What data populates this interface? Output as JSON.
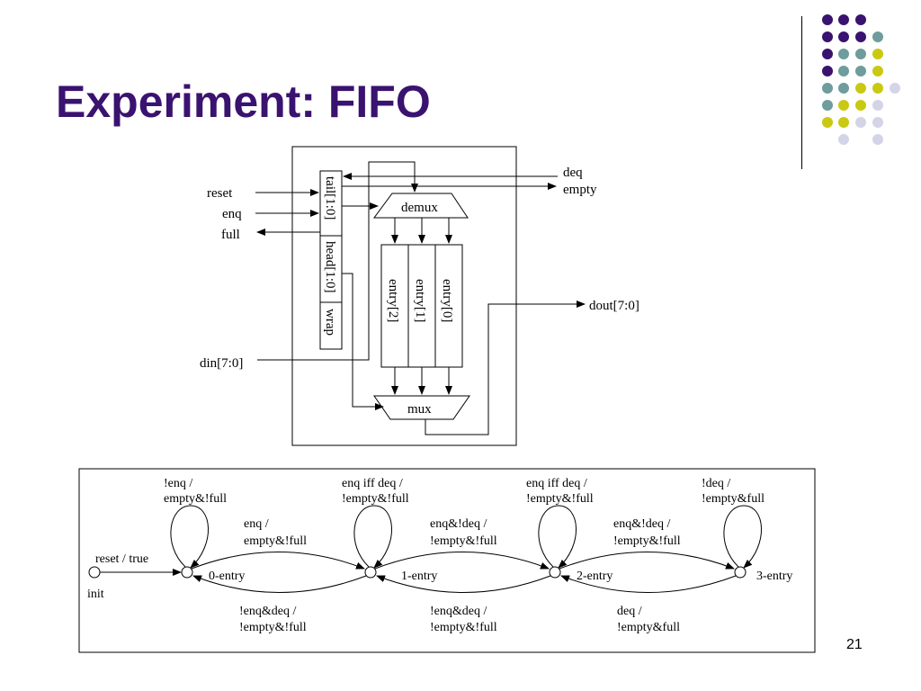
{
  "slide": {
    "title": "Experiment: FIFO",
    "page_number": "21",
    "colors": {
      "title": "#3a1270",
      "dot_purple": "#3a1270",
      "dot_teal": "#6f9c9c",
      "dot_yellow": "#c9c912",
      "dot_lavender": "#d4d4e8"
    }
  },
  "schematic": {
    "inputs": {
      "reset": "reset",
      "enq": "enq",
      "full": "full",
      "din": "din[7:0]"
    },
    "outputs": {
      "deq": "deq",
      "empty": "empty",
      "dout": "dout[7:0]"
    },
    "regs": {
      "tail": "tail[1:0]",
      "head": "head[1:0]",
      "wrap": "wrap"
    },
    "demux": "demux",
    "mux": "mux",
    "entries": [
      "entry[2]",
      "entry[1]",
      "entry[0]"
    ]
  },
  "fsm": {
    "states": [
      "0-entry",
      "1-entry",
      "2-entry",
      "3-entry"
    ],
    "init": "init",
    "reset": "reset / true",
    "self_loops": [
      {
        "l1": "!enq /",
        "l2": "empty&!full"
      },
      {
        "l1": "enq iff deq /",
        "l2": "!empty&!full"
      },
      {
        "l1": "enq iff deq /",
        "l2": "!empty&!full"
      },
      {
        "l1": "!deq /",
        "l2": "!empty&full"
      }
    ],
    "forward": [
      {
        "l1": "enq /",
        "l2": "empty&!full"
      },
      {
        "l1": "enq&!deq /",
        "l2": "!empty&!full"
      },
      {
        "l1": "enq&!deq /",
        "l2": "!empty&!full"
      }
    ],
    "backward": [
      {
        "l1": "!enq&deq /",
        "l2": "!empty&!full"
      },
      {
        "l1": "!enq&deq /",
        "l2": "!empty&!full"
      },
      {
        "l1": "deq /",
        "l2": "!empty&full"
      }
    ]
  }
}
